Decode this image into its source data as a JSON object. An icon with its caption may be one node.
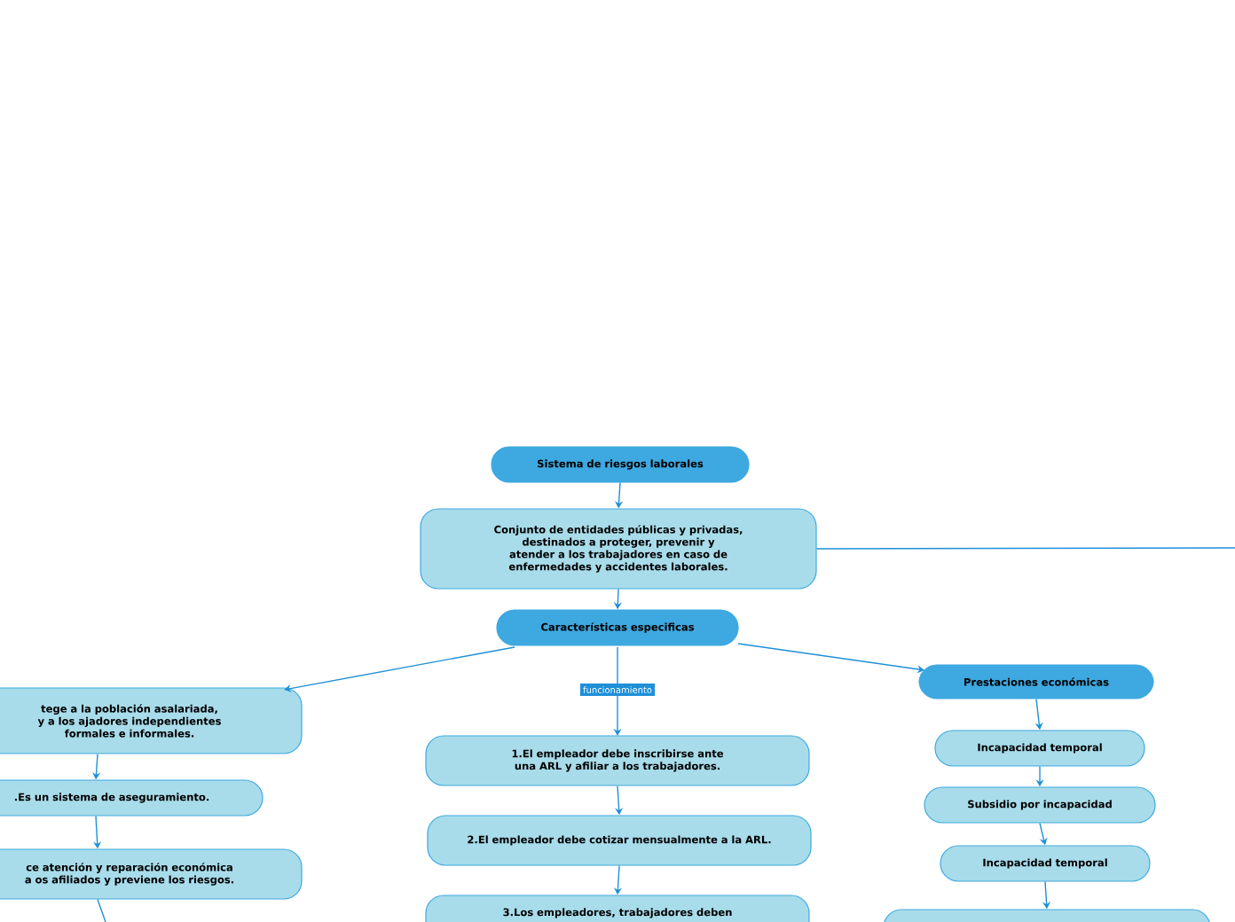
{
  "diagram": {
    "nodes": [
      {
        "text": [
          "Sistema de riesgos laborales"
        ]
      },
      {
        "text": [
          "Conjunto de entidades públicas y privadas, destinados a proteger, prevenir y atender a los trabajadores en caso de enfermedades y accidentes laborales."
        ]
      },
      {
        "text": [
          "Características especificas"
        ]
      },
      {
        "text": [
          "tege a la población asalariada, y a los ajadores independientes formales e informales."
        ]
      },
      {
        "text": [
          ".Es un sistema de aseguramiento."
        ]
      },
      {
        "text": [
          "ce atención y reparación económica a os afiliados y previene los riesgos."
        ]
      },
      {
        "text": [
          "1.El empleador debe inscribirse ante una ARL y afiliar a los trabajadores."
        ]
      },
      {
        "text": [
          "2.El empleador debe cotizar mensualmente a la ARL."
        ]
      },
      {
        "text": [
          "3.Los empleadores, trabajadores deben"
        ]
      },
      {
        "text": [
          "Prestaciones económicas"
        ]
      },
      {
        "text": [
          "Incapacidad temporal"
        ]
      },
      {
        "text": [
          "Subsidio por incapacidad"
        ]
      },
      {
        "text": [
          "Incapacidad temporal"
        ]
      },
      {
        "text": [],
        "shape": "box"
      }
    ],
    "edges": [
      {
        "from": 0,
        "to": 1,
        "arrow": "to"
      },
      {
        "from": 1,
        "to": 2,
        "arrow": "to"
      },
      {
        "from": 2,
        "to": 3,
        "arrow": "to"
      },
      {
        "from": 2,
        "to": 6,
        "arrow": "to",
        "label": "funcionamiento"
      },
      {
        "from": 2,
        "to": 9,
        "arrow": "to"
      },
      {
        "from": 3,
        "to": 4,
        "arrow": "to"
      },
      {
        "from": 4,
        "to": 5,
        "arrow": "to"
      },
      {
        "from": 5,
        "to": null,
        "arrow": "none"
      },
      {
        "from": 6,
        "to": 7,
        "arrow": "to"
      },
      {
        "from": 7,
        "to": 8,
        "arrow": "to"
      },
      {
        "from": 9,
        "to": 10,
        "arrow": "to"
      },
      {
        "from": 10,
        "to": 11,
        "arrow": "to"
      },
      {
        "from": 11,
        "to": 12,
        "arrow": "to"
      },
      {
        "from": 12,
        "to": 13,
        "arrow": "to"
      },
      {
        "from": 1,
        "to": null,
        "arrow": "none"
      }
    ]
  }
}
